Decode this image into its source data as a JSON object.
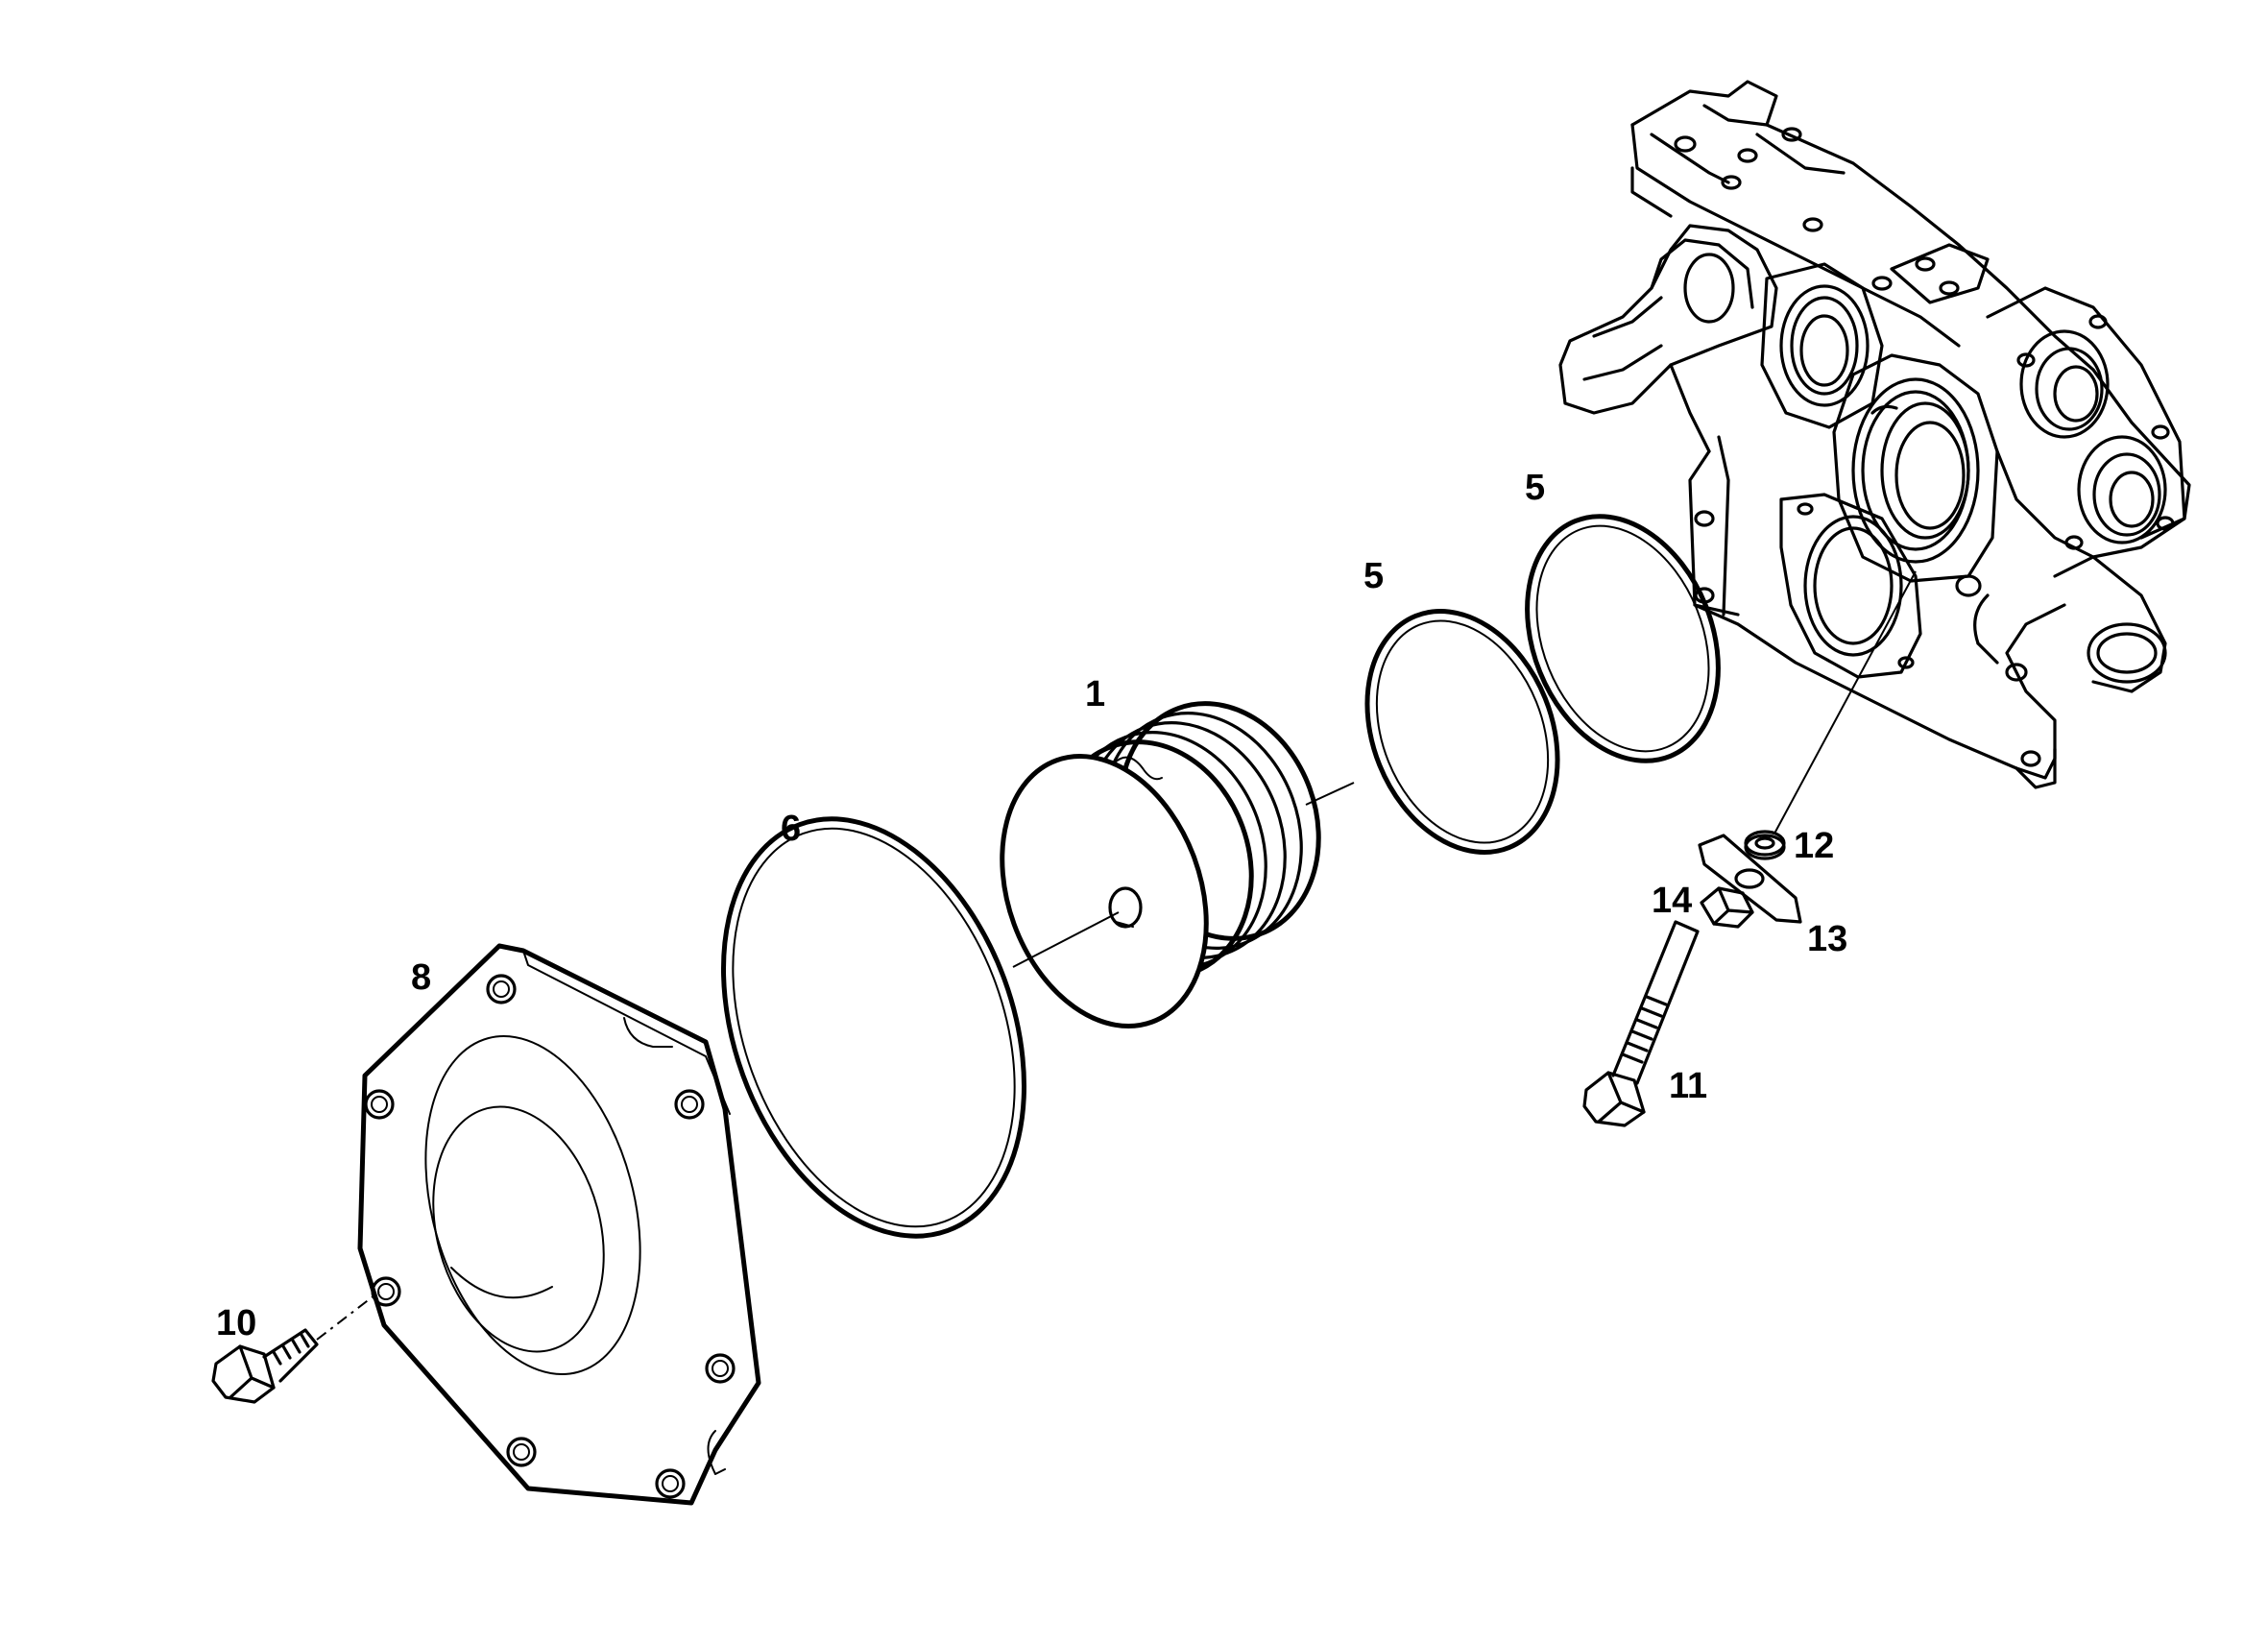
{
  "callouts": [
    {
      "id": "c1",
      "label": "1"
    },
    {
      "id": "c5a",
      "label": "5"
    },
    {
      "id": "c5b",
      "label": "5"
    },
    {
      "id": "c6",
      "label": "6"
    },
    {
      "id": "c8",
      "label": "8"
    },
    {
      "id": "c10",
      "label": "10"
    },
    {
      "id": "c11",
      "label": "11"
    },
    {
      "id": "c12",
      "label": "12"
    },
    {
      "id": "c13",
      "label": "13"
    },
    {
      "id": "c14",
      "label": "14"
    }
  ],
  "parts": {
    "p1": "pump-housing-insert",
    "p5": "o-ring-small",
    "p6": "o-ring-large",
    "p8": "cover-plate",
    "p10": "hex-bolt-short",
    "p11": "hex-bolt-long",
    "p12": "sealing-washer",
    "p13": "tab-washer",
    "p14": "hex-nut",
    "housing": "timing-case-housing"
  }
}
